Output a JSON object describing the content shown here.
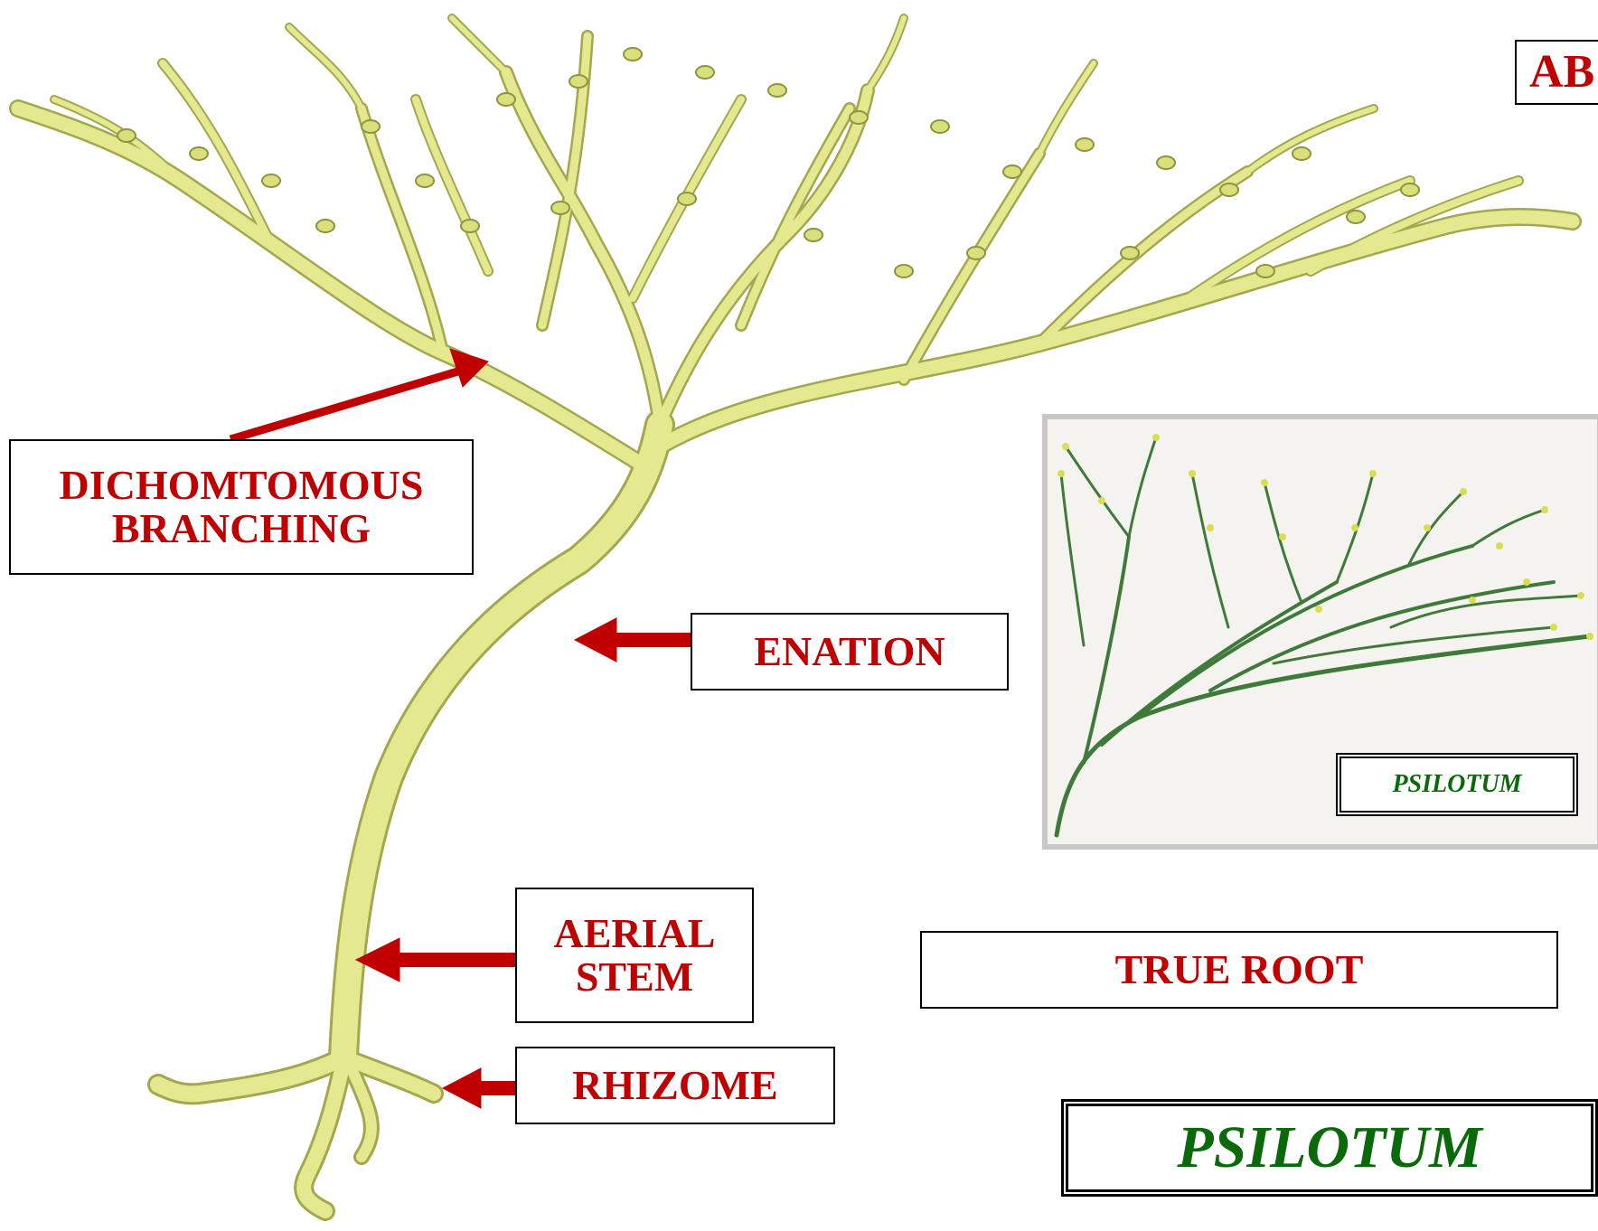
{
  "labels": {
    "dichotomous_line1": "DICHOMTOMOUS",
    "dichotomous_line2": "BRANCHING",
    "enation": "ENATION",
    "aerial_line1": "AERIAL",
    "aerial_line2": "STEM",
    "rhizome": "RHIZOME",
    "true_root": "TRUE ROOT"
  },
  "corner_tag": "AB",
  "photo_caption": "PSILOTUM",
  "title": "PSILOTUM",
  "colors": {
    "label_text": "#c00000",
    "arrow": "#c00000",
    "plant_fill": "#e4e98f",
    "plant_edge": "#9da24a",
    "photo_stem": "#3f7a3a",
    "title_text": "#0a6a0a"
  },
  "icons": {
    "plant": "psilotum-plant-illustration",
    "photo": "psilotum-specimen-photo"
  }
}
